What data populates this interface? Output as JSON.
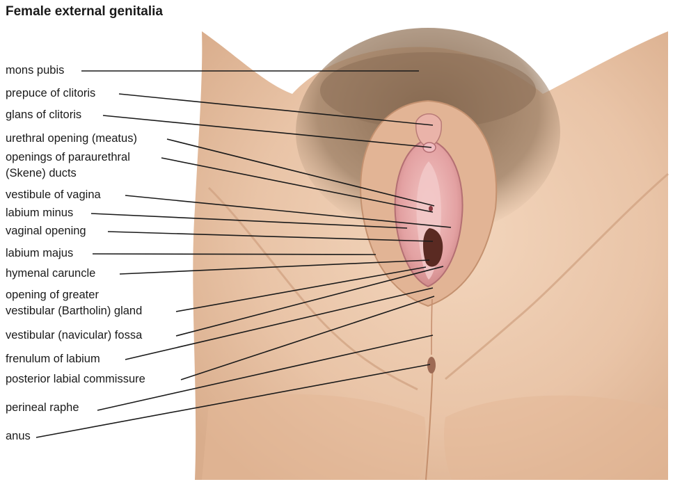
{
  "title": "Female external genitalia",
  "labels": [
    "mons pubis",
    "prepuce of clitoris",
    "glans of clitoris",
    "urethral opening (meatus)",
    "openings of paraurethral",
    "(Skene) ducts",
    "vestibule of vagina",
    "labium minus",
    "vaginal opening",
    "labium majus",
    "hymenal caruncle",
    "opening of greater",
    "vestibular (Bartholin) gland",
    "vestibular (navicular) fossa",
    "frenulum of labium",
    "posterior labial commissure",
    "perineal raphe",
    "anus"
  ],
  "colors": {
    "skin": "#e9c4a7",
    "skin_shadow": "#d6a988",
    "mucosa": "#e6a3a4",
    "hair": "#8a6e55",
    "line": "#1a1a1a"
  }
}
